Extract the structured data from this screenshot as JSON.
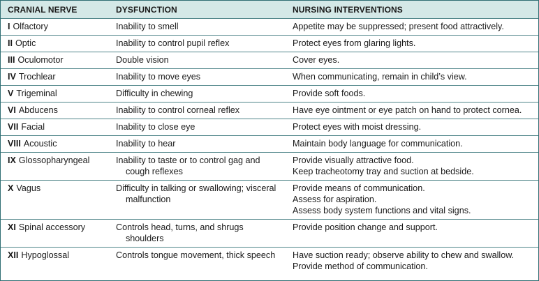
{
  "headers": [
    "CRANIAL NERVE",
    "DYSFUNCTION",
    "NURSING INTERVENTIONS"
  ],
  "rows": [
    {
      "num": "I",
      "name": "Olfactory",
      "dysfunction": "Inability to smell",
      "interventions": [
        "Appetite may be suppressed; present food attractively."
      ]
    },
    {
      "num": "II",
      "name": "Optic",
      "dysfunction": "Inability to control pupil reflex",
      "interventions": [
        "Protect eyes from glaring lights."
      ]
    },
    {
      "num": "III",
      "name": "Oculomotor",
      "dysfunction": "Double vision",
      "interventions": [
        "Cover eyes."
      ]
    },
    {
      "num": "IV",
      "name": "Trochlear",
      "dysfunction": "Inability to move eyes",
      "interventions": [
        "When communicating, remain in child’s view."
      ]
    },
    {
      "num": "V",
      "name": "Trigeminal",
      "dysfunction": "Difficulty in chewing",
      "interventions": [
        "Provide soft foods."
      ]
    },
    {
      "num": "VI",
      "name": "Abducens",
      "dysfunction": "Inability to control corneal reflex",
      "interventions": [
        "Have eye ointment or eye patch on hand to protect cornea."
      ]
    },
    {
      "num": "VII",
      "name": "Facial",
      "dysfunction": "Inability to close eye",
      "interventions": [
        "Protect eyes with moist dressing."
      ]
    },
    {
      "num": "VIII",
      "name": "Acoustic",
      "dysfunction": "Inability to hear",
      "interventions": [
        "Maintain body language for communication."
      ]
    },
    {
      "num": "IX",
      "name": "Glossopharyngeal",
      "dysfunction": "Inability to taste or to control gag and cough reflexes",
      "interventions": [
        "Provide visually attractive food.",
        "Keep tracheotomy tray and suction at bedside."
      ]
    },
    {
      "num": "X",
      "name": "Vagus",
      "dysfunction": "Difficulty in talking or swallowing; visceral malfunction",
      "interventions": [
        "Provide means of communication.",
        "Assess for aspiration.",
        "Assess body system functions and vital signs."
      ]
    },
    {
      "num": "XI",
      "name": "Spinal accessory",
      "dysfunction": "Controls head, turns, and shrugs shoulders",
      "interventions": [
        "Provide position change and support."
      ]
    },
    {
      "num": "XII",
      "name": "Hypoglossal",
      "dysfunction": "Controls tongue movement, thick speech",
      "interventions": [
        "Have suction ready; observe ability to chew and swallow.",
        "Provide method of communication."
      ]
    }
  ]
}
